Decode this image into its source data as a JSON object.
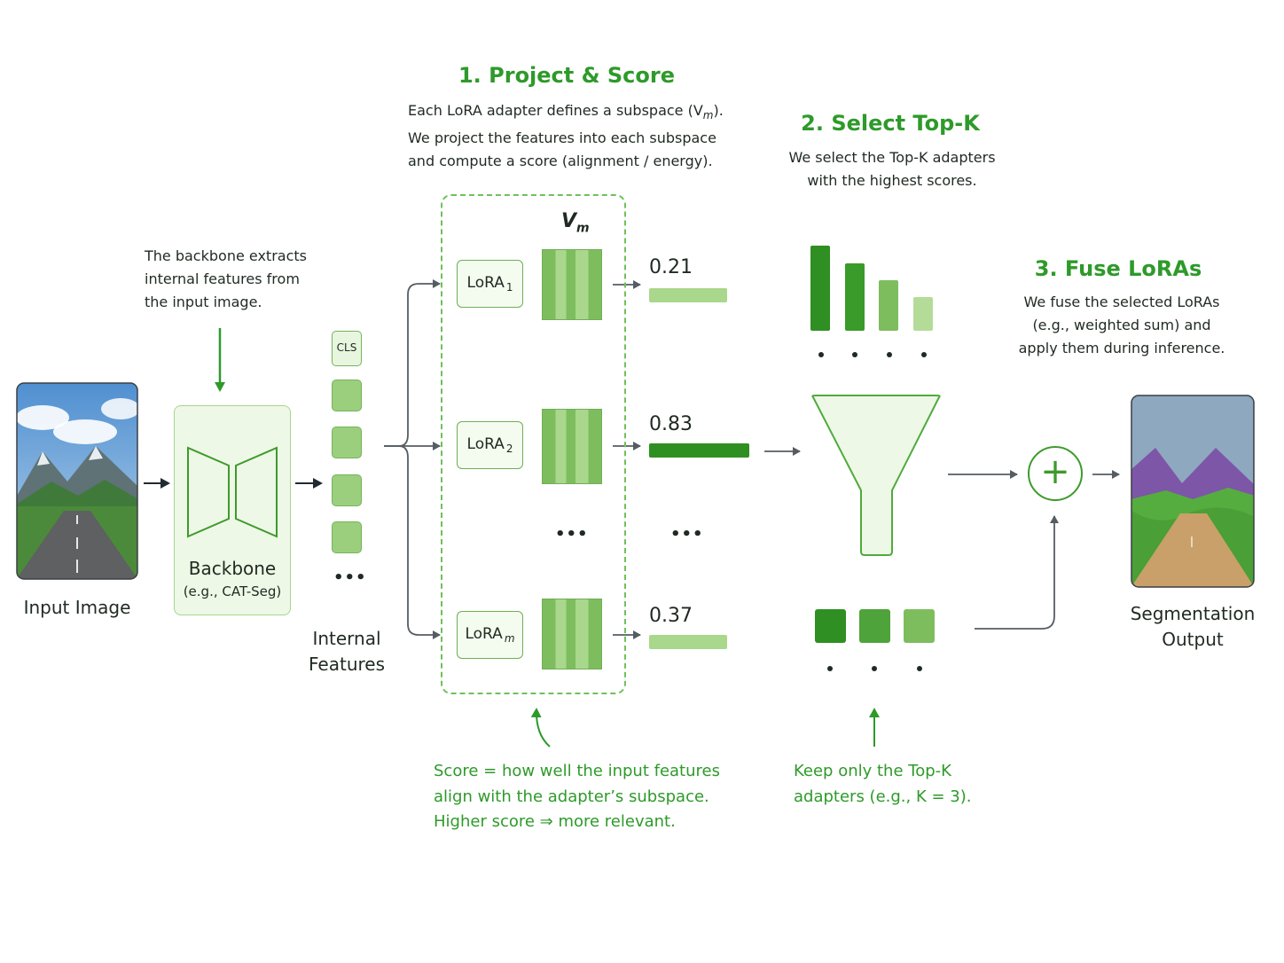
{
  "steps": {
    "project": {
      "title": "1. Project & Score",
      "lines": [
        "Each LoRA adapter defines a subspace (V",
        "m",
        ").",
        "We project the features into each subspace",
        "and compute a score (alignment / energy)."
      ]
    },
    "select": {
      "title": "2. Select Top-K",
      "lines": [
        "We select the Top-K adapters",
        "with the highest scores."
      ]
    },
    "fuse": {
      "title": "3. Fuse LoRAs",
      "lines": [
        "We fuse the selected LoRAs",
        "(e.g., weighted sum) and",
        "apply them during inference."
      ]
    }
  },
  "backbone_note": [
    "The backbone extracts",
    "internal features from",
    "the input image."
  ],
  "input_label": "Input Image",
  "backbone": {
    "label": "Backbone",
    "sublabel": "(e.g., CAT-Seg)"
  },
  "features": {
    "cls": "CLS",
    "ellipsis": "•••",
    "label_line1": "Internal",
    "label_line2": "Features"
  },
  "vm_label": {
    "base": "V",
    "sub": "m"
  },
  "loras": [
    {
      "name": "LoRA",
      "sub": "1",
      "score": "0.21"
    },
    {
      "name": "LoRA",
      "sub": "2",
      "score": "0.83"
    },
    {
      "name": "LoRA",
      "sub": "m",
      "score": "0.37"
    }
  ],
  "mid_ellipsis": "•••",
  "score_ellipsis": "•••",
  "score_note": [
    "Score = how well the input features",
    "align with the adapter’s subspace.",
    "Higher score ⇒ more relevant."
  ],
  "topk_note": [
    "Keep only the Top-K",
    "adapters (e.g., K = 3)."
  ],
  "fuse_symbol": "+",
  "output_label_line1": "Segmentation",
  "output_label_line2": "Output",
  "colors": {
    "green_title": "#2e9a2a",
    "dark_green": "#2f8f22",
    "mid_green": "#7ebd5e",
    "light_green": "#a9d78c",
    "pale_fill": "#eef8e6",
    "arrow_dark": "#1f2a33"
  }
}
